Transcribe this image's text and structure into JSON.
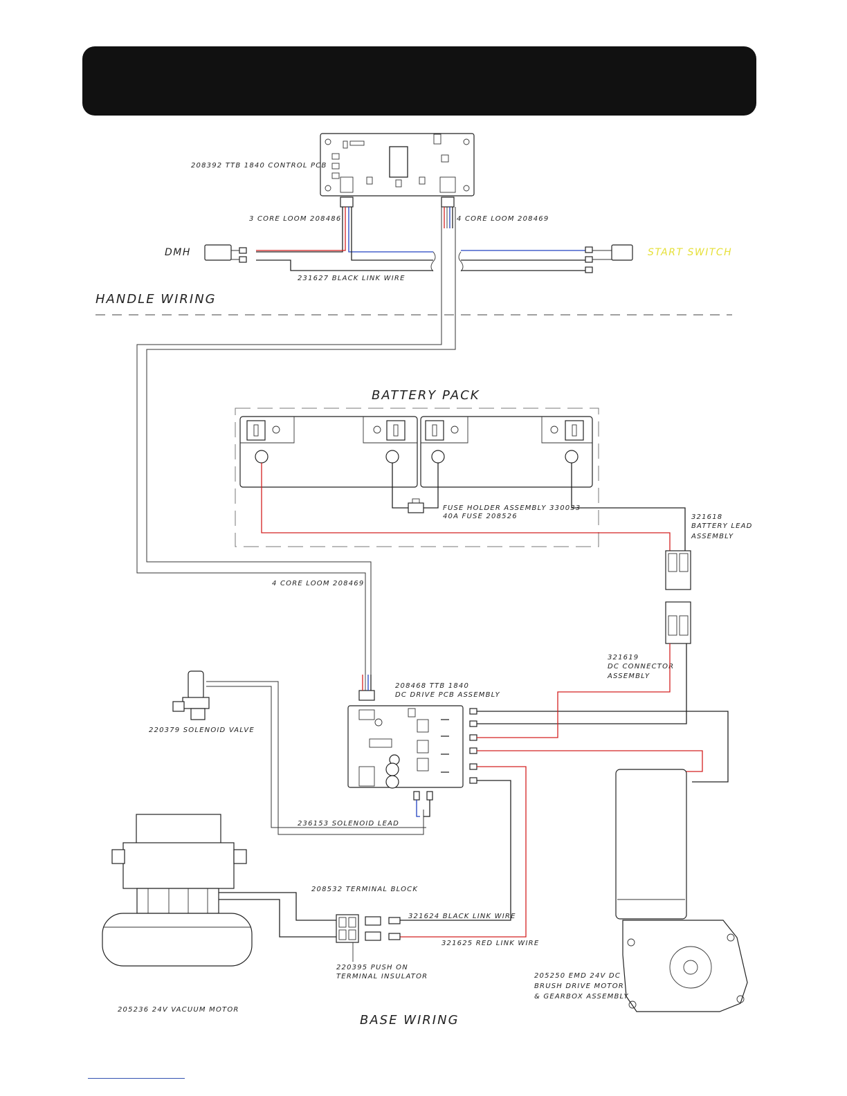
{
  "header": {
    "title": ""
  },
  "sections": {
    "handle_wiring": "HANDLE  WIRING",
    "battery_pack": "BATTERY  PACK",
    "base_wiring": "BASE  WIRING"
  },
  "labels": {
    "control_pcb": "208392  TTB  1840  CONTROL  PCB",
    "loom_3core": "3  CORE  LOOM  208486",
    "loom_4core_top": "4  CORE  LOOM  208469",
    "dmh": "DMH",
    "start_switch": "START  SWITCH",
    "black_link_top": "231627  BLACK  LINK  WIRE",
    "fuse_holder": "FUSE  HOLDER  ASSEMBLY  330033",
    "fuse": "40A  FUSE  208526",
    "battery_lead_1": "321618",
    "battery_lead_2": "BATTERY  LEAD",
    "battery_lead_3": "ASSEMBLY",
    "loom_4core_mid": "4  CORE  LOOM  208469",
    "dc_connector_1": "321619",
    "dc_connector_2": "DC  CONNECTOR",
    "dc_connector_3": "ASSEMBLY",
    "drive_pcb_1": "208468  TTB  1840",
    "drive_pcb_2": "DC  DRIVE  PCB  ASSEMBLY",
    "solenoid_valve": "220379  SOLENOID  VALVE",
    "solenoid_lead": "236153  SOLENOID  LEAD",
    "terminal_block": "208532  TERMINAL  BLOCK",
    "black_link_bottom": "321624  BLACK  LINK  WIRE",
    "red_link": "321625  RED  LINK  WIRE",
    "insulator_1": "220395  PUSH  ON",
    "insulator_2": "TERMINAL  INSULATOR",
    "vacuum_motor": "205236  24V  VACUUM  MOTOR",
    "drive_motor_1": "205250  EMD  24V  DC",
    "drive_motor_2": "BRUSH  DRIVE  MOTOR",
    "drive_motor_3": "&  GEARBOX  ASSEMBLY"
  },
  "colors": {
    "header": "#111111",
    "red_wire": "#d42020",
    "blue_wire": "#2040c0",
    "start_switch_text": "#e6e03a",
    "footer_line": "#3050b0"
  }
}
